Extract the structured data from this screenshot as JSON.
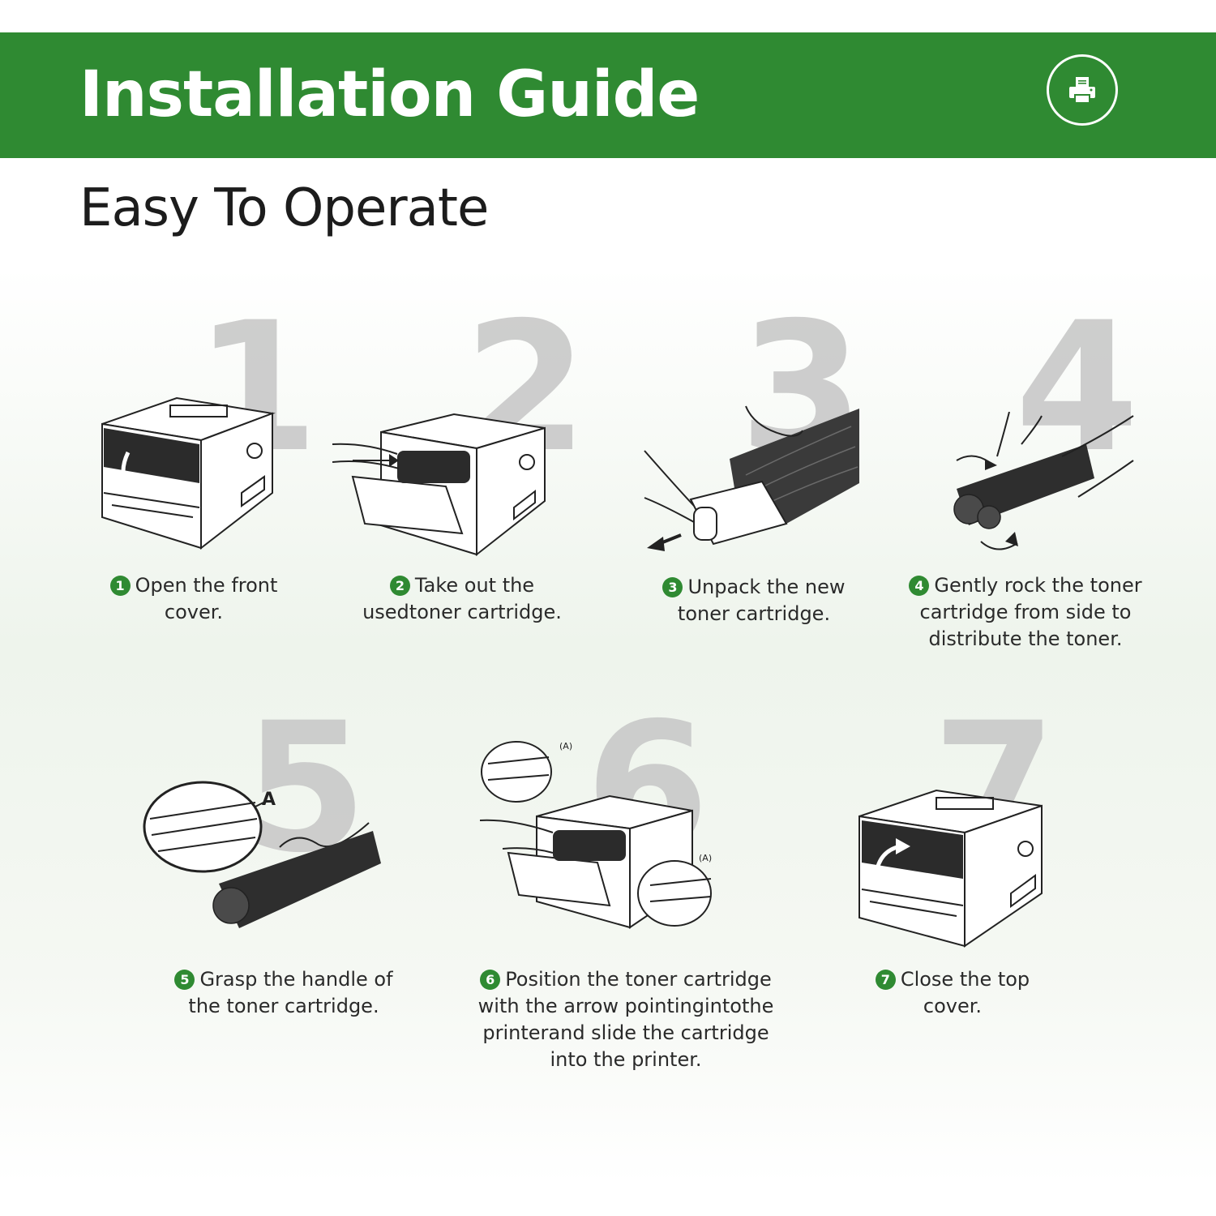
{
  "header": {
    "title": "Installation Guide",
    "icon": "printer-icon",
    "accent_color": "#2f8a32"
  },
  "subtitle": "Easy To Operate",
  "steps": [
    {
      "number": "1",
      "badge": "1",
      "lines": [
        "Open the front",
        "cover."
      ],
      "icon": "printer-open-front-cover-illustration"
    },
    {
      "number": "2",
      "badge": "2",
      "lines": [
        "Take out the",
        "usedtoner cartridge."
      ],
      "icon": "printer-remove-cartridge-illustration"
    },
    {
      "number": "3",
      "badge": "3",
      "lines": [
        "Unpack the new",
        "toner cartridge."
      ],
      "icon": "unpack-cartridge-illustration"
    },
    {
      "number": "4",
      "badge": "4",
      "lines": [
        "Gently rock the toner",
        "cartridge from side to",
        "distribute the toner."
      ],
      "icon": "rock-cartridge-illustration"
    },
    {
      "number": "5",
      "badge": "5",
      "lines": [
        "Grasp the handle of",
        "the toner cartridge."
      ],
      "icon": "grasp-handle-illustration",
      "callout": "A"
    },
    {
      "number": "6",
      "badge": "6",
      "lines": [
        "Position the toner cartridge",
        "with the arrow pointingintothe",
        "printerand slide the cartridge",
        "into the printer."
      ],
      "icon": "insert-cartridge-illustration",
      "callout": "(A)"
    },
    {
      "number": "7",
      "badge": "7",
      "lines": [
        "Close the top",
        "cover."
      ],
      "icon": "printer-close-cover-illustration"
    }
  ]
}
